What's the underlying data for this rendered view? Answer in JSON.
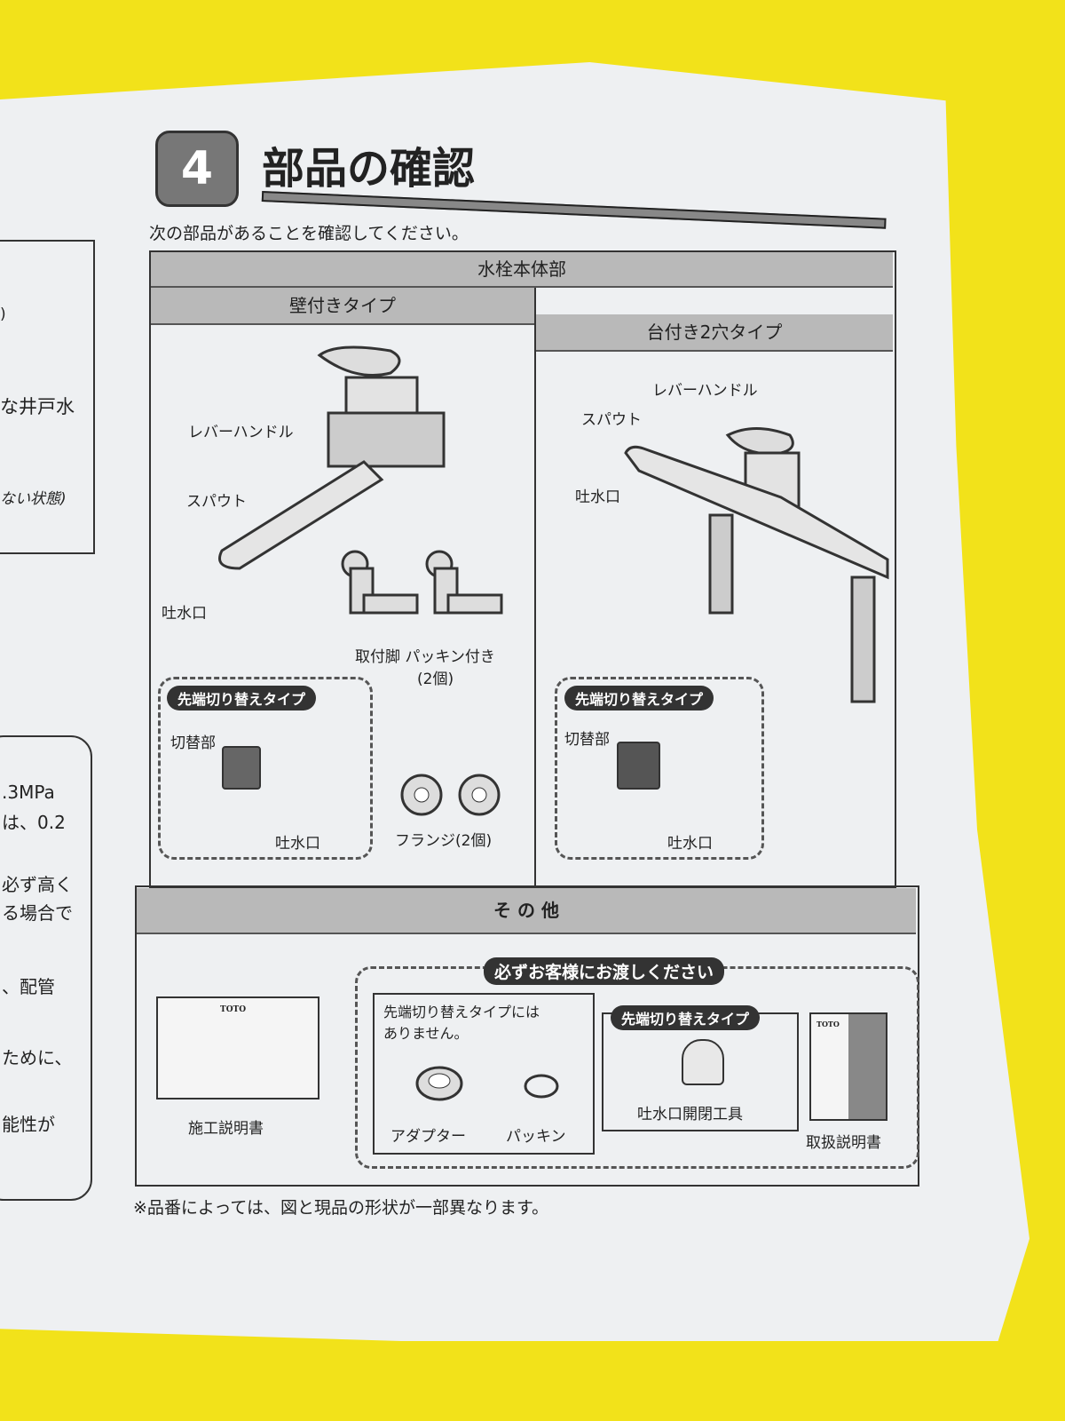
{
  "section": {
    "number": "4",
    "title": "部品の確認",
    "intro": "次の部品があることを確認してください。"
  },
  "left_column": {
    "table_rows": [
      ")",
      "な井戸水",
      "ない状態)"
    ],
    "box_lines": [
      ".3MPa",
      "は、0.2",
      "必ず高く",
      "る場合で",
      "、配管",
      "ために、",
      "能性が"
    ]
  },
  "faucet_body": {
    "header": "水栓本体部",
    "wall": {
      "header": "壁付きタイプ",
      "lever": "レバーハンドル",
      "spout": "スパウト",
      "outlet": "吐水口",
      "legs": "取付脚 パッキン付き",
      "legs_count": "(2個)",
      "flange": "フランジ(2個)",
      "tip_badge": "先端切り替えタイプ",
      "switch": "切替部",
      "tip_outlet": "吐水口"
    },
    "deck": {
      "header": "台付き2穴タイプ",
      "lever": "レバーハンドル",
      "spout": "スパウト",
      "outlet": "吐水口",
      "tip_badge": "先端切り替えタイプ",
      "switch": "切替部",
      "tip_outlet": "吐水口"
    }
  },
  "others": {
    "header": "そ の 他",
    "install_manual": "施工説明書",
    "brand": "TOTO",
    "handover_badge": "必ずお客様にお渡しください",
    "note_line1": "先端切り替えタイプには",
    "note_line2": "ありません。",
    "adapter": "アダプター",
    "packing": "パッキン",
    "tool_badge": "先端切り替えタイプ",
    "tool": "吐水口開閉工具",
    "user_manual": "取扱説明書"
  },
  "footnote": "※品番によっては、図と現品の形状が一部異なります。",
  "colors": {
    "background": "#f2e21a",
    "paper": "#eef0f2",
    "header_gray": "#b9b9b9"
  }
}
